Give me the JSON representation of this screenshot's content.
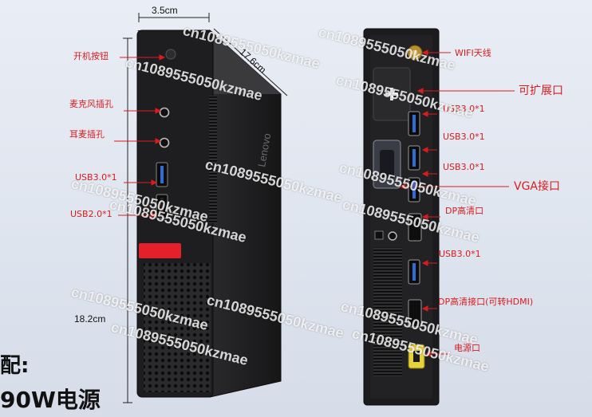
{
  "dimensions": {
    "width": "3.5cm",
    "depth": "17.6cm",
    "height": "18.2cm"
  },
  "front_labels": {
    "power": "开机按钮",
    "mic": "麦克风插孔",
    "headphone": "耳麦插孔",
    "usb_a": "USB3.0*1",
    "usb_b": "USB2.0*1"
  },
  "rear_labels": {
    "wifi": "WIFI天线",
    "expansion": "可扩展口",
    "usb1": "USB3.0*1",
    "usb2": "USB3.0*1",
    "usb3": "USB3.0*1",
    "vga": "VGA接口",
    "dp": "DP高清口",
    "usb4": "USB3.0*1",
    "dp_hdmi": "DP高清接口(可转HDMI)",
    "power": "电源口"
  },
  "footer": {
    "line1": "配:",
    "line2": "90W电源"
  },
  "brand_mark": "Lenovo",
  "watermark": "cn1089555050kzmae",
  "colors": {
    "label": "#d91c1c",
    "accent_red": "#e4202a",
    "case": "#1c1c1e"
  }
}
